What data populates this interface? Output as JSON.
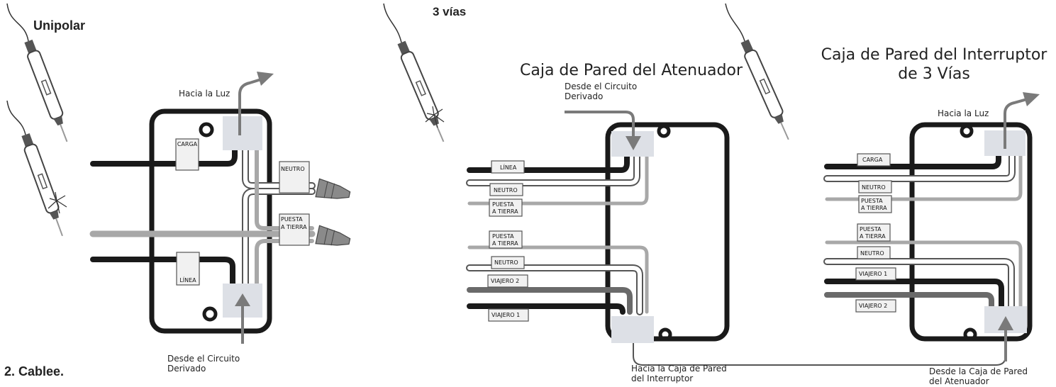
{
  "labels": {
    "single_pole": "Unipolar",
    "three_way": "3 vías",
    "step": "2.  Cablee."
  },
  "single_pole_box": {
    "to_light": "Hacia la Luz",
    "from_circuit": [
      "Desde el Circuito",
      "Derivado"
    ],
    "tags": {
      "carga": "CARGA",
      "neutro": "NEUTRO",
      "puesta": [
        "PUESTA",
        "A TIERRA"
      ],
      "linea": "LÍNEA"
    }
  },
  "dimmer_box": {
    "title": "Caja de Pared del Atenuador",
    "from_circuit": [
      "Desde el Circuito",
      "Derivado"
    ],
    "to_switch_box": [
      "Hacia la Caja de Pared",
      "del Interruptor"
    ],
    "tags": {
      "linea": "LÍNEA",
      "neutro_top": "NEUTRO",
      "puesta_top": [
        "PUESTA",
        "A TIERRA"
      ],
      "puesta_bottom": [
        "PUESTA",
        "A TIERRA"
      ],
      "neutro_bottom": "NEUTRO",
      "viajero2": "VIAJERO 2",
      "viajero1": "VIAJERO 1"
    }
  },
  "switch_box": {
    "title": [
      "Caja de Pared del Interruptor",
      "de 3 Vías"
    ],
    "to_light": "Hacia la Luz",
    "from_dimmer_box": [
      "Desde la Caja de Pared",
      "del Atenuador"
    ],
    "tags": {
      "carga": "CARGA",
      "neutro_top": "NEUTRO",
      "puesta_top": [
        "PUESTA",
        "A TIERRA"
      ],
      "puesta_bottom": [
        "PUESTA",
        "A TIERRA"
      ],
      "neutro_bottom": "NEUTRO",
      "viajero1": "VIAJERO 1",
      "viajero2": "VIAJERO 2"
    }
  },
  "colors": {
    "black_wire": "#1a1a1a",
    "white_wire": "#ffffff",
    "ground_wire": "#a8a8a8",
    "traveler_gray": "#6a6a6a",
    "arrow": "#7a7a7a",
    "junction": "#dde0e6"
  }
}
